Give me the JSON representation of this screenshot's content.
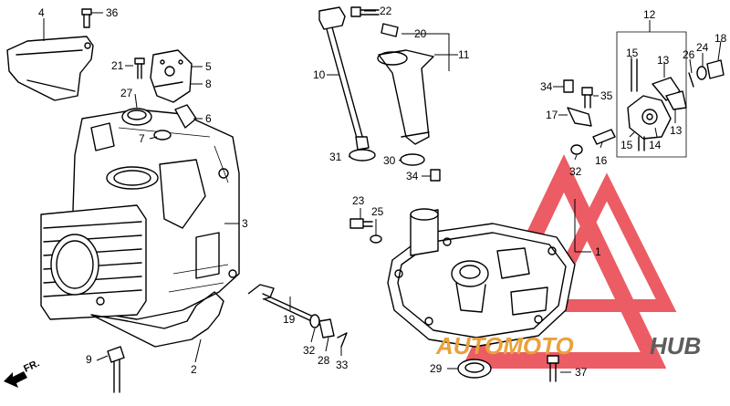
{
  "callouts": {
    "c1": "1",
    "c2": "2",
    "c3": "3",
    "c4": "4",
    "c5": "5",
    "c6": "6",
    "c7": "7",
    "c8": "8",
    "c9": "9",
    "c10": "10",
    "c11": "11",
    "c12": "12",
    "c13a": "13",
    "c13b": "13",
    "c14": "14",
    "c15a": "15",
    "c15b": "15",
    "c16": "16",
    "c17": "17",
    "c18": "18",
    "c19": "19",
    "c20": "20",
    "c21": "21",
    "c22": "22",
    "c23": "23",
    "c24": "24",
    "c25": "25",
    "c26": "26",
    "c27": "27",
    "c28": "28",
    "c29": "29",
    "c30": "30",
    "c31": "31",
    "c32a": "32",
    "c32b": "32",
    "c33": "33",
    "c34a": "34",
    "c34b": "34",
    "c35": "35",
    "c36": "36",
    "c37": "37"
  },
  "direction_label": "FR.",
  "watermark": {
    "part1": "AUTOMOTO",
    "part2": "HUB",
    "color_triangle": "#e8404a",
    "color_text_orange": "#e9a23a",
    "color_text_gray": "#5d5d5d"
  }
}
